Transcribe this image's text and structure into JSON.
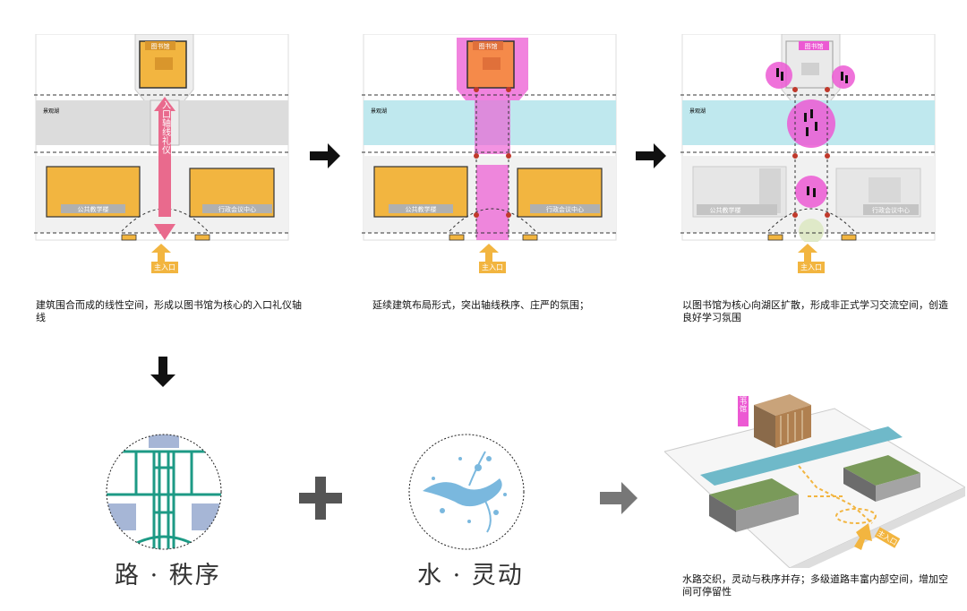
{
  "panels": [
    {
      "library": "图书馆",
      "lake": "景观湖",
      "left_building": "公共教学楼",
      "right_building": "行政会议中心",
      "axis_text": "入口轴线礼仪",
      "entrance": "主入口",
      "caption": "建筑围合而成的线性空间，形成以图书馆为核心的入口礼仪轴线"
    },
    {
      "library": "图书馆",
      "lake": "景观湖",
      "left_building": "公共教学楼",
      "right_building": "行政会议中心",
      "entrance": "主入口",
      "caption": "延续建筑布局形式，突出轴线秩序、庄严的氛围；"
    },
    {
      "library": "图书馆",
      "lake": "景观湖",
      "left_building": "公共教学楼",
      "right_building": "行政会议中心",
      "entrance": "主入口",
      "caption": "以图书馆为核心向湖区扩散，形成非正式学习交流空间，创造良好学习氛围"
    }
  ],
  "bottom": {
    "road_label": "路 · 秩序",
    "water_label": "水 · 灵动",
    "model_library": "图书馆",
    "model_entrance": "主入口",
    "caption": "水路交织，灵动与秩序并存；多级道路丰富内部空间，增加空间可停留性"
  },
  "colors": {
    "building": "#f2b540",
    "axis_pink": "#e96a8d",
    "magenta": "#ec59d3",
    "lake_grey": "#dcdcdc",
    "lake_blue": "#bfe8ee",
    "road_green": "#1d9a85",
    "block_blue": "#a6b6d6"
  }
}
